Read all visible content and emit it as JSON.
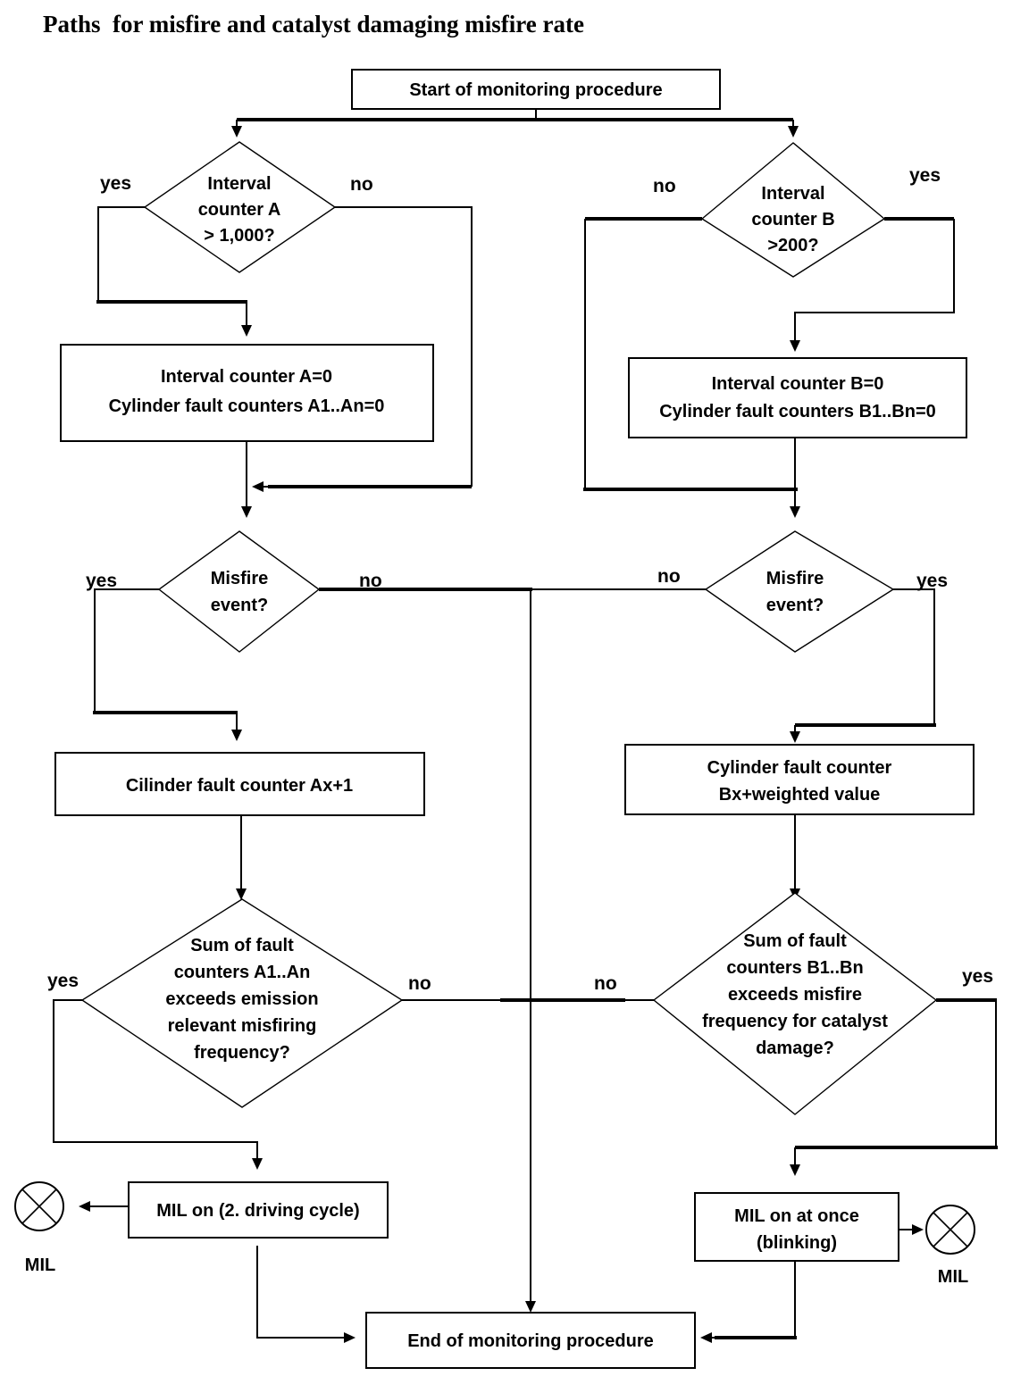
{
  "title": "Paths  for misfire and catalyst damaging misfire rate",
  "diagram": {
    "type": "flowchart",
    "nodes": {
      "start": {
        "shape": "process",
        "text": "Start of monitoring procedure"
      },
      "decision_a_interval": {
        "shape": "decision",
        "line1": "Interval",
        "line2": "counter A",
        "line3": "> 1,000?"
      },
      "decision_b_interval": {
        "shape": "decision",
        "line1": "Interval",
        "line2": "counter B",
        "line3": ">200?"
      },
      "reset_a": {
        "shape": "process",
        "line1": "Interval counter A=0",
        "line2": "Cylinder fault counters A1..An=0"
      },
      "reset_b": {
        "shape": "process",
        "line1": "Interval counter B=0",
        "line2": "Cylinder fault counters B1..Bn=0"
      },
      "decision_a_misfire": {
        "shape": "decision",
        "line1": "Misfire",
        "line2": "event?"
      },
      "decision_b_misfire": {
        "shape": "decision",
        "line1": "Misfire",
        "line2": "event?"
      },
      "counter_a_inc": {
        "shape": "process",
        "text": "Cilinder fault counter Ax+1"
      },
      "counter_b_inc": {
        "shape": "process",
        "line1": "Cylinder fault counter",
        "line2": "Bx+weighted value"
      },
      "decision_a_sum": {
        "shape": "decision",
        "line1": "Sum of  fault",
        "line2": "counters A1..An",
        "line3": "exceeds emission",
        "line4": "relevant misfiring",
        "line5": "frequency?"
      },
      "decision_b_sum": {
        "shape": "decision",
        "line1": "Sum of  fault",
        "line2": "counters B1..Bn",
        "line3": "exceeds misfire",
        "line4": "frequency for catalyst",
        "line5": "damage?"
      },
      "mil_a": {
        "shape": "process",
        "text": "MIL on (2. driving cycle)"
      },
      "mil_b": {
        "shape": "process",
        "line1": "MIL on at once",
        "line2": "(blinking)"
      },
      "lamp_left": {
        "shape": "lamp",
        "label": "MIL"
      },
      "lamp_right": {
        "shape": "lamp",
        "label": "MIL"
      },
      "end": {
        "shape": "process",
        "text": "End of monitoring procedure"
      }
    },
    "edge_labels": {
      "a_interval_yes": "yes",
      "a_interval_no": "no",
      "b_interval_no": "no",
      "b_interval_yes": "yes",
      "a_misfire_yes": "yes",
      "a_misfire_no": "no",
      "b_misfire_no": "no",
      "b_misfire_yes": "yes",
      "a_sum_yes": "yes",
      "a_sum_no": "no",
      "b_sum_no": "no",
      "b_sum_yes": "yes"
    },
    "colors": {
      "stroke": "#000000",
      "fill": "#ffffff",
      "text": "#000000"
    }
  }
}
